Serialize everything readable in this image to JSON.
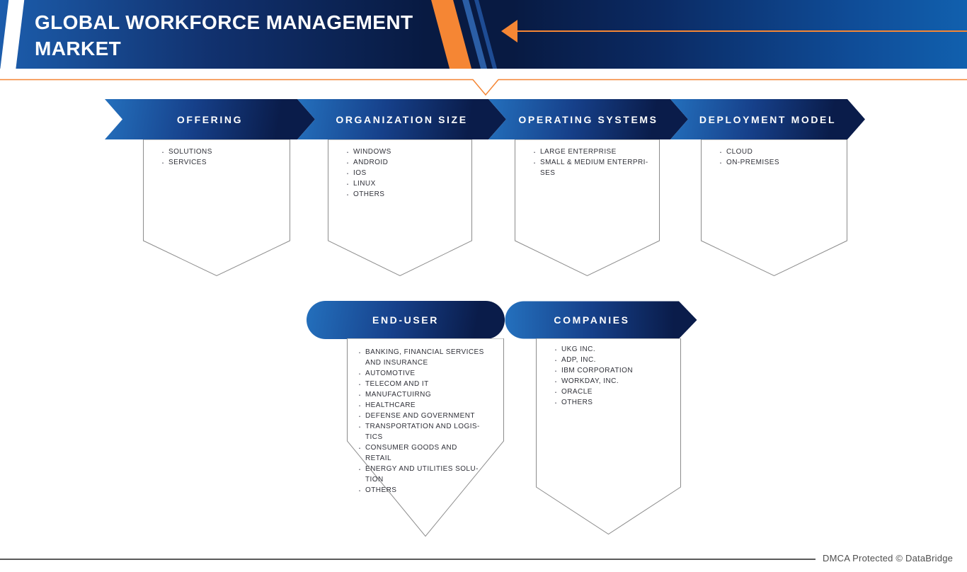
{
  "title": {
    "line1": "GLOBAL WORKFORCE MANAGEMENT",
    "line2": "MARKET"
  },
  "row1": [
    {
      "label": "OFFERING",
      "items": [
        "SOLUTIONS",
        "SERVICES"
      ]
    },
    {
      "label": "ORGANIZATION SIZE",
      "items": [
        "WINDOWS",
        "ANDROID",
        "IOS",
        "LINUX",
        "OTHERS"
      ]
    },
    {
      "label": "OPERATING SYSTEMS",
      "items": [
        "LARGE ENTERPRISE",
        "SMALL & MEDIUM ENTERPRI-\nSES"
      ]
    },
    {
      "label": "DEPLOYMENT MODEL",
      "items": [
        "CLOUD",
        "ON-PREMISES"
      ]
    }
  ],
  "row2": [
    {
      "label": "END-USER",
      "items": [
        "BANKING, FINANCIAL SERVICES\nAND INSURANCE",
        "AUTOMOTIVE",
        "TELECOM AND IT",
        "MANUFACTUIRNG",
        "HEALTHCARE",
        "DEFENSE AND GOVERNMENT",
        "TRANSPORTATION AND LOGIS-\nTICS",
        "CONSUMER GOODS AND\nRETAIL",
        "ENERGY AND UTILITIES SOLU-\nTION",
        "OTHERS"
      ]
    },
    {
      "label": "COMPANIES",
      "items": [
        "UKG INC.",
        "ADP, INC.",
        "IBM CORPORATION",
        "WORKDAY, INC.",
        "ORACLE",
        "OTHERS"
      ]
    }
  ],
  "footer": {
    "text": "DMCA Protected © DataBridge"
  },
  "colors": {
    "accent_orange": "#f58634",
    "navy_dark": "#0a1c4a",
    "blue_bright": "#2470bd",
    "header_blue_right": "#1160ae",
    "panel_border": "#8c8c8c",
    "list_text": "#2f3038",
    "footer_gray": "#4e4e4e"
  }
}
